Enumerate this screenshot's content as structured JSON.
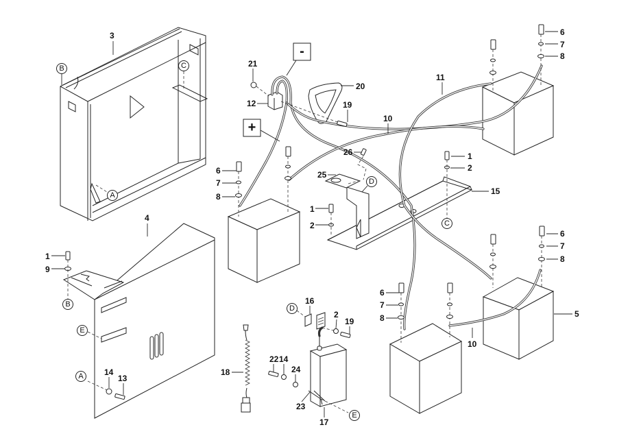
{
  "diagram": {
    "title": "Battery compartment exploded parts view",
    "polarity": {
      "negative": "-",
      "positive": "+"
    },
    "callouts": {
      "c3": "3",
      "c4": "4",
      "c5": "5",
      "c6a": "6",
      "c7a": "7",
      "c8a": "8",
      "c6b": "6",
      "c7b": "7",
      "c8b": "8",
      "c6c": "6",
      "c7c": "7",
      "c8c": "8",
      "c6d": "6",
      "c7d": "7",
      "c8d": "8",
      "c1a": "1",
      "c2a": "2",
      "c1b": "1",
      "c2b": "2",
      "c1c": "1",
      "c9": "9",
      "c10a": "10",
      "c10b": "10",
      "c11": "11",
      "c12": "12",
      "c13": "13",
      "c14a": "14",
      "c14b": "14",
      "c15": "15",
      "c16": "16",
      "c17": "17",
      "c18": "18",
      "c19a": "19",
      "c19b": "19",
      "c2c": "2",
      "c20": "20",
      "c21": "21",
      "c22": "22",
      "c23": "23",
      "c24": "24",
      "c25": "25",
      "c26": "26"
    },
    "refs": {
      "rB1": "B",
      "rC1": "C",
      "rA1": "A",
      "rD1": "D",
      "rC2": "C",
      "rB2": "B",
      "rE1": "E",
      "rA2": "A",
      "rD2": "D",
      "rE2": "E"
    }
  }
}
